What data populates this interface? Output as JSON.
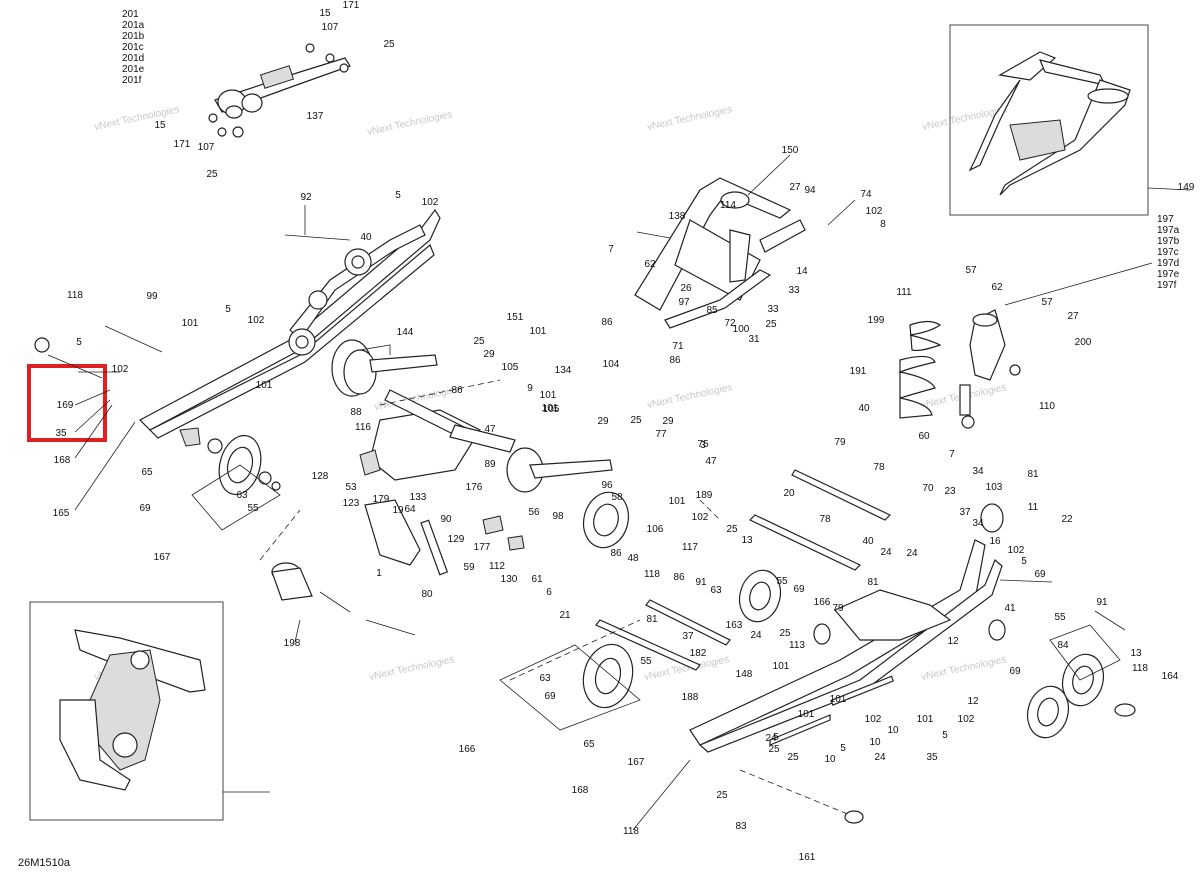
{
  "diagram": {
    "code": "26M1510a",
    "watermark": "vNext Technologies",
    "highlight_color": "#e02020",
    "variant_labels": {
      "shock_top": [
        "201",
        "201a",
        "201b",
        "201c",
        "201d",
        "201e",
        "201f"
      ],
      "right_top": [
        "197",
        "197a",
        "197b",
        "197c",
        "197d",
        "197e",
        "197f"
      ]
    },
    "labels": [
      "15",
      "171",
      "107",
      "25",
      "15",
      "171",
      "107",
      "25",
      "137",
      "92",
      "5",
      "102",
      "40",
      "118",
      "99",
      "101",
      "5",
      "102",
      "5",
      "102",
      "169",
      "35",
      "168",
      "101",
      "65",
      "69",
      "63",
      "55",
      "165",
      "167",
      "150",
      "27",
      "94",
      "138",
      "114",
      "7",
      "62",
      "26",
      "97",
      "85",
      "72",
      "100",
      "31",
      "14",
      "33",
      "33",
      "25",
      "74",
      "102",
      "8",
      "149",
      "151",
      "101",
      "86",
      "25",
      "29",
      "104",
      "71",
      "86",
      "144",
      "86",
      "105",
      "9",
      "101",
      "134",
      "101",
      "105",
      "29",
      "25",
      "29",
      "77",
      "75",
      "3",
      "47",
      "88",
      "116",
      "47",
      "89",
      "176",
      "128",
      "53",
      "133",
      "90",
      "129",
      "177",
      "112",
      "130",
      "61",
      "6",
      "21",
      "179",
      "19",
      "64",
      "123",
      "1",
      "59",
      "80",
      "198",
      "111",
      "199",
      "191",
      "40",
      "60",
      "7",
      "57",
      "62",
      "57",
      "27",
      "200",
      "110",
      "79",
      "78",
      "20",
      "78",
      "40",
      "24",
      "24",
      "81",
      "70",
      "23",
      "34",
      "103",
      "81",
      "37",
      "34",
      "11",
      "22",
      "16",
      "102",
      "5",
      "69",
      "56",
      "98",
      "96",
      "58",
      "86",
      "101",
      "106",
      "48",
      "118",
      "86",
      "102",
      "25",
      "117",
      "189",
      "13",
      "91",
      "63",
      "55",
      "69",
      "166",
      "79",
      "81",
      "37",
      "163",
      "24",
      "25",
      "113",
      "182",
      "101",
      "148",
      "188",
      "55",
      "63",
      "69",
      "65",
      "168",
      "167",
      "166",
      "41",
      "12",
      "69",
      "55",
      "84",
      "91",
      "13",
      "118",
      "164",
      "101",
      "101",
      "102",
      "24",
      "25",
      "5",
      "10",
      "101",
      "10",
      "24",
      "12",
      "102",
      "5",
      "25",
      "10",
      "5",
      "35",
      "25",
      "83",
      "118",
      "161"
    ]
  }
}
